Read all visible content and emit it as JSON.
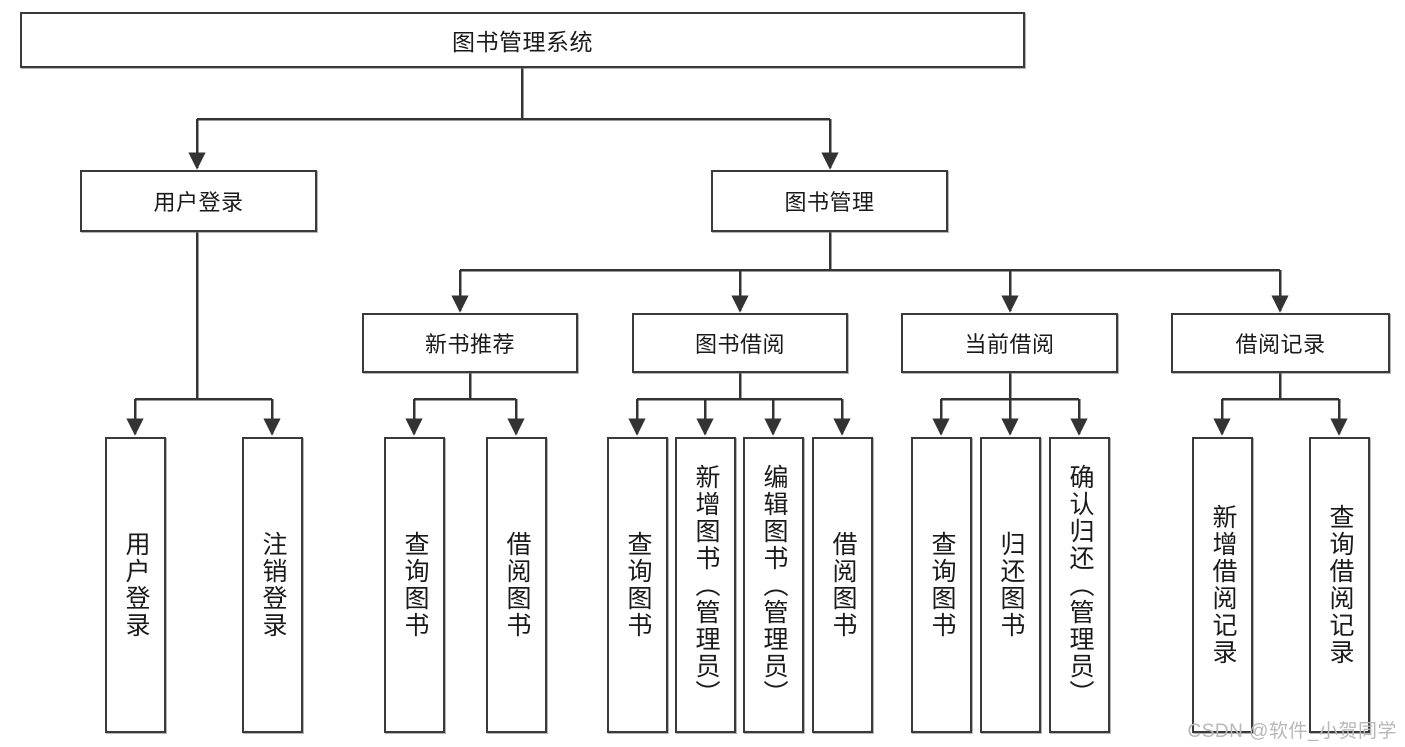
{
  "diagram": {
    "type": "tree",
    "title": "图书管理系统",
    "root": {
      "label": "图书管理系统"
    },
    "tier2": [
      {
        "label": "用户登录"
      },
      {
        "label": "图书管理"
      }
    ],
    "tier3": [
      {
        "label": "新书推荐"
      },
      {
        "label": "图书借阅"
      },
      {
        "label": "当前借阅"
      },
      {
        "label": "借阅记录"
      }
    ],
    "leaves": {
      "user_login": [
        {
          "label": "用户登录"
        },
        {
          "label": "注销登录"
        }
      ],
      "new_book_recommend": [
        {
          "label": "查询图书"
        },
        {
          "label": "借阅图书"
        }
      ],
      "book_borrow": [
        {
          "label": "查询图书"
        },
        {
          "label": "新增图书（管理员）"
        },
        {
          "label": "编辑图书（管理员）"
        },
        {
          "label": "借阅图书"
        }
      ],
      "current_borrow": [
        {
          "label": "查询图书"
        },
        {
          "label": "归还图书"
        },
        {
          "label": "确认归还（管理员）"
        }
      ],
      "borrow_record": [
        {
          "label": "新增借阅记录"
        },
        {
          "label": "查询借阅记录"
        }
      ]
    }
  },
  "watermark": {
    "text": "CSDN @软件_小贺同学"
  },
  "colors": {
    "box_border": "#3a3a3a",
    "box_fill": "#ffffff",
    "line": "#333333",
    "text": "#1a1a1a",
    "watermark": "#b8b8b8"
  }
}
